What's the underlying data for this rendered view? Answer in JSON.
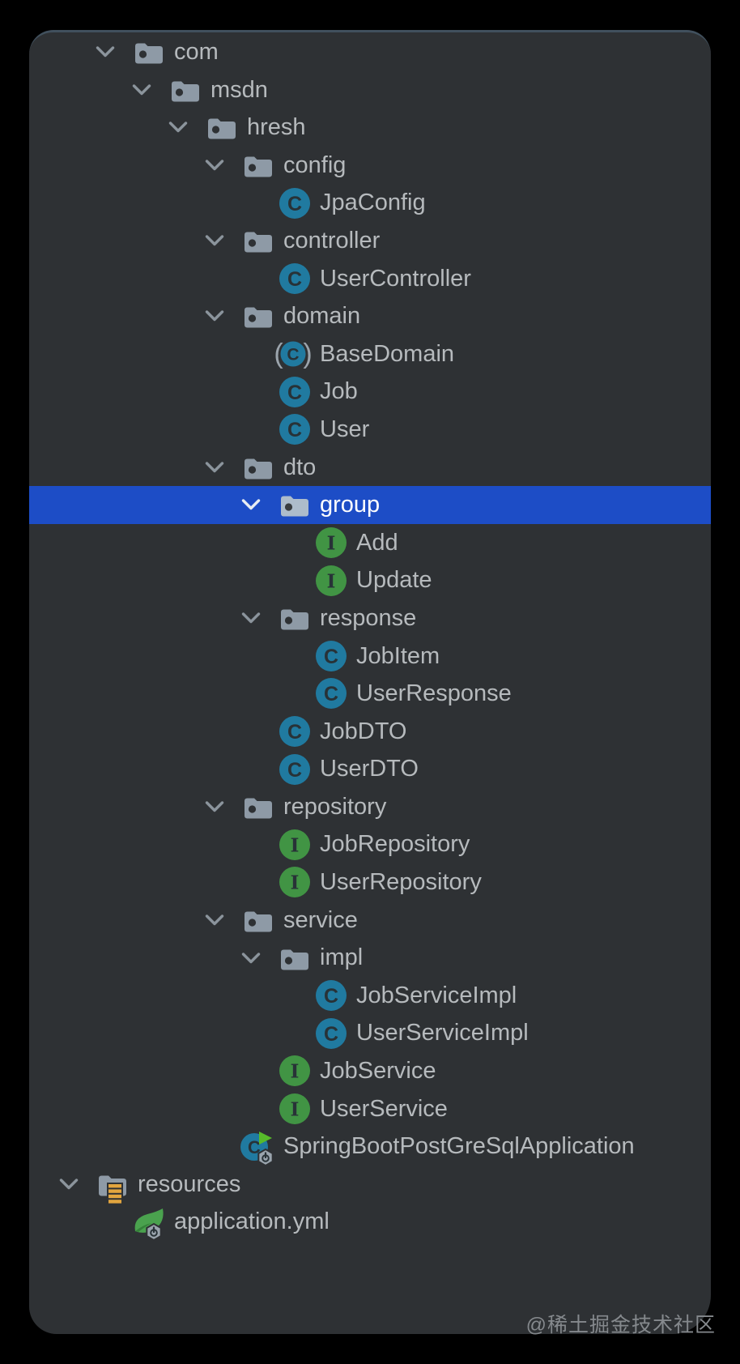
{
  "panel": {
    "title": "project-tree"
  },
  "watermark": "@稀土掘金技术社区",
  "colors": {
    "panel_bg": "#2e3134",
    "selection": "#1d4dc6",
    "text": "#b6babd",
    "selected_text": "#ffffff",
    "top_border": "#41505d",
    "chevron": "#8b949c",
    "folder": "#8e9aa6",
    "folder_dot": "#2e3134",
    "class_bg": "#207aa0",
    "interface_bg": "#419444",
    "glyph_dark": "#283237",
    "paren_gray": "#9ba4ac",
    "run_arrow": "#57bb2a",
    "badge_gray": "#9aa4ad",
    "resources_stripe": "#e2a53f",
    "spring_leaf": "#4aa24e",
    "spring_leaf_dark": "#35813a",
    "watermark_text": "#85898d"
  },
  "icons": {
    "chevron": "chevron-down-icon",
    "folder": "folder-icon",
    "resources-folder": "resources-folder-icon",
    "class": "class-icon",
    "interface": "interface-icon",
    "abstract-class": "abstract-class-icon",
    "spring-boot-run": "spring-boot-run-icon",
    "spring-config": "spring-config-icon"
  },
  "tree": {
    "items": [
      {
        "label": "com",
        "level": 1,
        "type": "folder",
        "expanded": true,
        "selected": false
      },
      {
        "label": "msdn",
        "level": 2,
        "type": "folder",
        "expanded": true,
        "selected": false
      },
      {
        "label": "hresh",
        "level": 3,
        "type": "folder",
        "expanded": true,
        "selected": false
      },
      {
        "label": "config",
        "level": 4,
        "type": "folder",
        "expanded": true,
        "selected": false
      },
      {
        "label": "JpaConfig",
        "level": 5,
        "type": "class",
        "selected": false
      },
      {
        "label": "controller",
        "level": 4,
        "type": "folder",
        "expanded": true,
        "selected": false
      },
      {
        "label": "UserController",
        "level": 5,
        "type": "class",
        "selected": false
      },
      {
        "label": "domain",
        "level": 4,
        "type": "folder",
        "expanded": true,
        "selected": false
      },
      {
        "label": "BaseDomain",
        "level": 5,
        "type": "abstract-class",
        "selected": false
      },
      {
        "label": "Job",
        "level": 5,
        "type": "class",
        "selected": false
      },
      {
        "label": "User",
        "level": 5,
        "type": "class",
        "selected": false
      },
      {
        "label": "dto",
        "level": 4,
        "type": "folder",
        "expanded": true,
        "selected": false
      },
      {
        "label": "group",
        "level": 5,
        "type": "folder",
        "expanded": true,
        "selected": true
      },
      {
        "label": "Add",
        "level": 6,
        "type": "interface",
        "selected": false
      },
      {
        "label": "Update",
        "level": 6,
        "type": "interface",
        "selected": false
      },
      {
        "label": "response",
        "level": 5,
        "type": "folder",
        "expanded": true,
        "selected": false
      },
      {
        "label": "JobItem",
        "level": 6,
        "type": "class",
        "selected": false
      },
      {
        "label": "UserResponse",
        "level": 6,
        "type": "class",
        "selected": false
      },
      {
        "label": "JobDTO",
        "level": 5,
        "type": "class",
        "selected": false
      },
      {
        "label": "UserDTO",
        "level": 5,
        "type": "class",
        "selected": false
      },
      {
        "label": "repository",
        "level": 4,
        "type": "folder",
        "expanded": true,
        "selected": false
      },
      {
        "label": "JobRepository",
        "level": 5,
        "type": "interface",
        "selected": false
      },
      {
        "label": "UserRepository",
        "level": 5,
        "type": "interface",
        "selected": false
      },
      {
        "label": "service",
        "level": 4,
        "type": "folder",
        "expanded": true,
        "selected": false
      },
      {
        "label": "impl",
        "level": 5,
        "type": "folder",
        "expanded": true,
        "selected": false
      },
      {
        "label": "JobServiceImpl",
        "level": 6,
        "type": "class",
        "selected": false
      },
      {
        "label": "UserServiceImpl",
        "level": 6,
        "type": "class",
        "selected": false
      },
      {
        "label": "JobService",
        "level": 5,
        "type": "interface",
        "selected": false
      },
      {
        "label": "UserService",
        "level": 5,
        "type": "interface",
        "selected": false
      },
      {
        "label": "SpringBootPostGreSqlApplication",
        "level": 4,
        "type": "spring-boot-run",
        "selected": false
      },
      {
        "label": "resources",
        "level": 0,
        "type": "resources-folder",
        "expanded": true,
        "selected": false
      },
      {
        "label": "application.yml",
        "level": 1,
        "type": "spring-config",
        "selected": false
      }
    ]
  }
}
